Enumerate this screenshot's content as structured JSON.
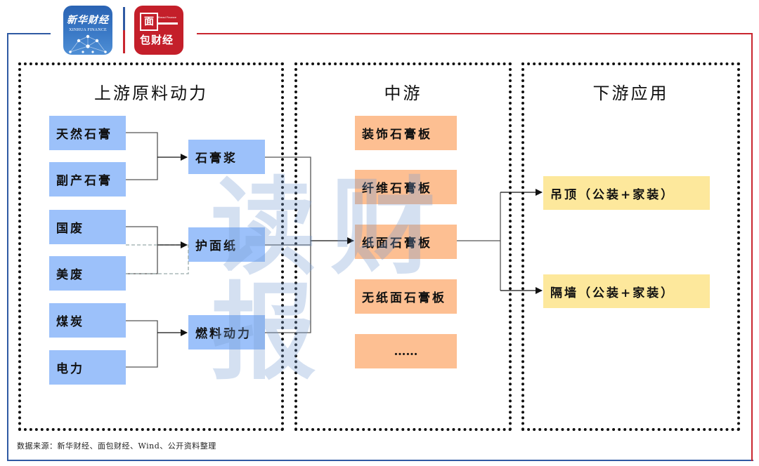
{
  "header": {
    "logo_left": {
      "name_cn": "新华财经",
      "name_en": "XINHUA FINANCE"
    },
    "logo_right": {
      "row1": "面",
      "row2": "包财经",
      "name_en": "Bread Finance"
    }
  },
  "sections": {
    "upstream": {
      "title": "上游原料动力",
      "raw_inputs": [
        "天然石膏",
        "副产石膏",
        "国废",
        "美废",
        "煤炭",
        "电力"
      ],
      "intermediates": [
        "石膏浆",
        "护面纸",
        "燃料动力"
      ]
    },
    "midstream": {
      "title": "中游",
      "products": [
        "装饰石膏板",
        "纤维石膏板",
        "纸面石膏板",
        "无纸面石膏板",
        "……"
      ]
    },
    "downstream": {
      "title": "下游应用",
      "applications": [
        "吊顶（公装+家装）",
        "隔墙（公装+家装）"
      ]
    }
  },
  "flows": [
    {
      "from": [
        "天然石膏",
        "副产石膏"
      ],
      "to": "石膏浆",
      "style": "solid"
    },
    {
      "from": [
        "国废"
      ],
      "to": "护面纸",
      "style": "solid"
    },
    {
      "from": [
        "美废"
      ],
      "to": "护面纸",
      "style": "dashed"
    },
    {
      "from": [
        "煤炭",
        "电力"
      ],
      "to": "燃料动力",
      "style": "solid"
    },
    {
      "from": [
        "石膏浆",
        "护面纸",
        "燃料动力"
      ],
      "to": "纸面石膏板",
      "style": "solid"
    },
    {
      "from": [
        "纸面石膏板"
      ],
      "to": "吊顶（公装+家装）",
      "style": "solid"
    },
    {
      "from": [
        "纸面石膏板"
      ],
      "to": "隔墙（公装+家装）",
      "style": "solid"
    }
  ],
  "watermark": "读财报",
  "colors": {
    "upstream_node": "#9cc1fa",
    "midstream_node": "#fdbf92",
    "downstream_node": "#fde89c",
    "frame_blue": "#2f5aa3",
    "frame_red": "#c9262f"
  },
  "footer": {
    "source": "数据来源：新华财经、面包财经、Wind、公开资料整理"
  }
}
